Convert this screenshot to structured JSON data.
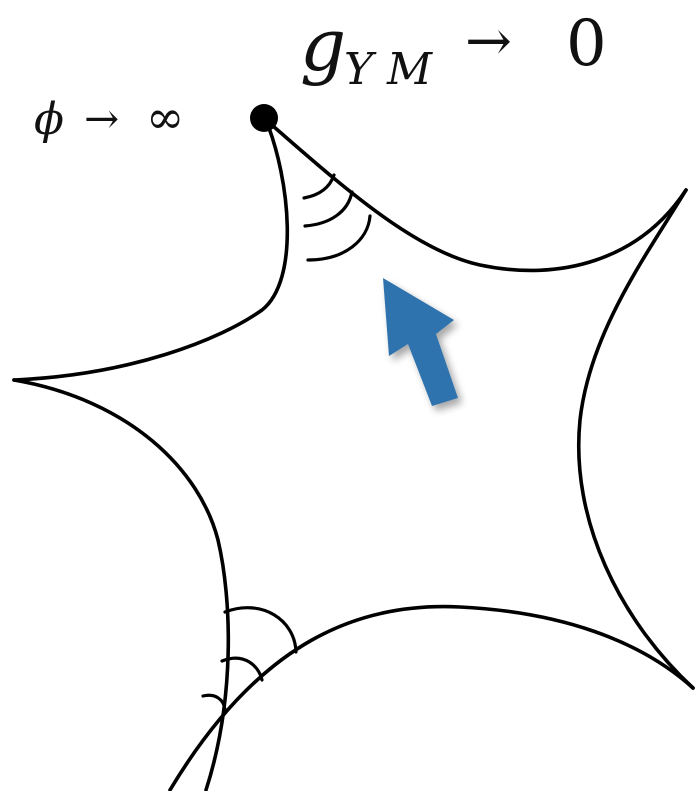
{
  "labels": {
    "coupling": {
      "symbol": "g",
      "subscript": "Y M",
      "arrow": "→",
      "limit": "0"
    },
    "field": {
      "symbol": "ϕ",
      "arrow": "→",
      "limit": "∞"
    }
  },
  "colors": {
    "stroke": "#000000",
    "arrow": "#2f73ad",
    "background": "#ffffff"
  }
}
